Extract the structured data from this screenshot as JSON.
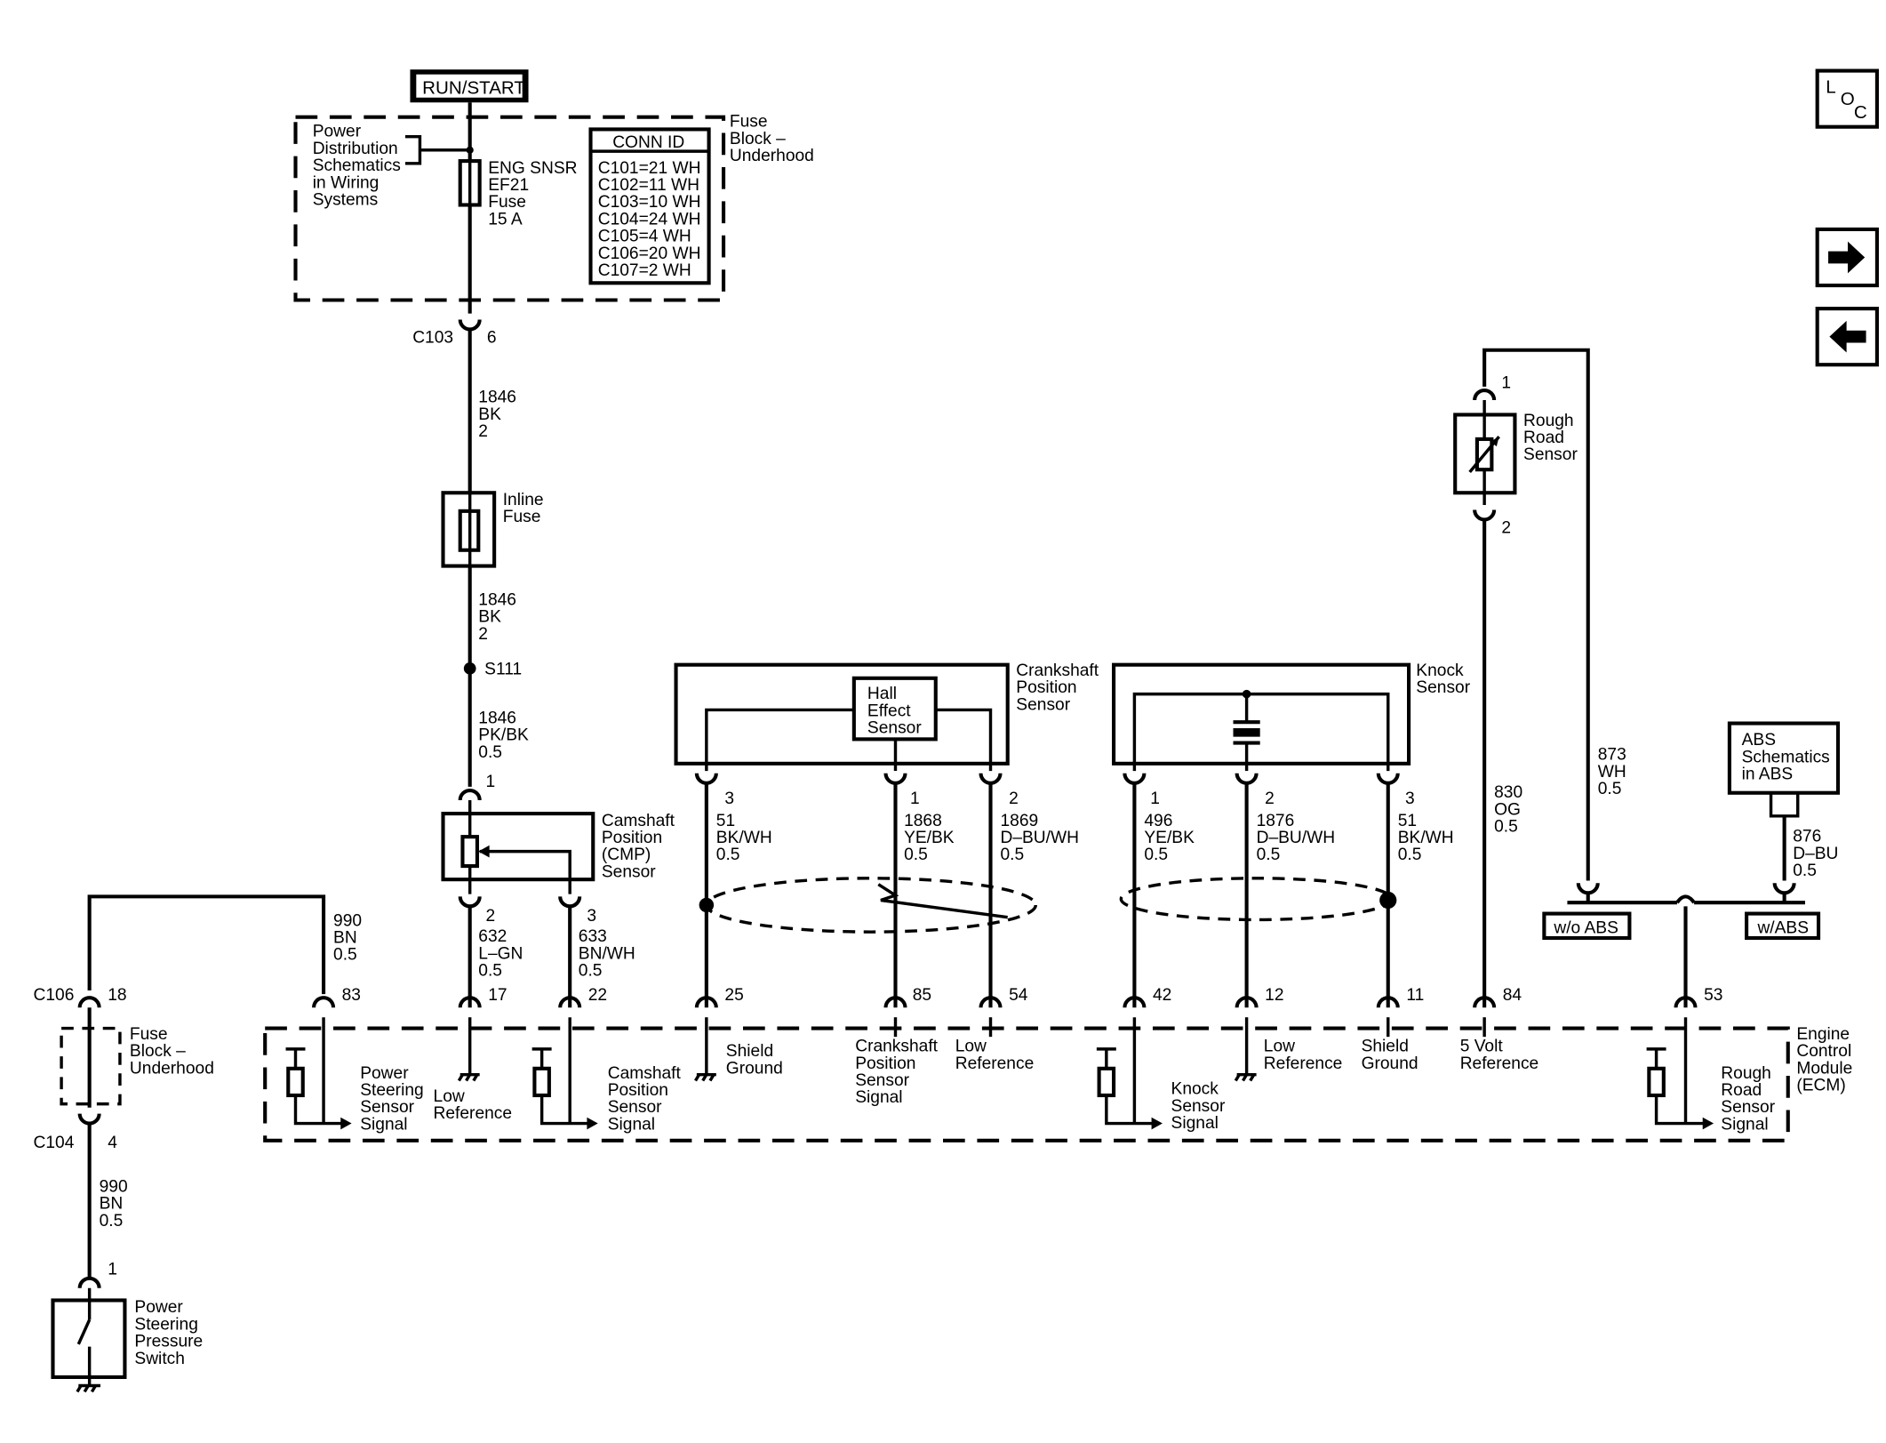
{
  "top": {
    "run_start": "RUN/START"
  },
  "fuse_block": {
    "power_dist": [
      "Power",
      "Distribution",
      "Schematics",
      "in Wiring",
      "Systems"
    ],
    "fuse_label": [
      "ENG SNSR",
      "EF21",
      "Fuse",
      "15 A"
    ],
    "title": [
      "Fuse",
      "Block –",
      "Underhood"
    ]
  },
  "conn_id": {
    "title": "CONN ID",
    "rows": [
      "C101=21 WH",
      "C102=11 WH",
      "C103=10 WH",
      "C104=24 WH",
      "C105=4 WH",
      "C106=20 WH",
      "C107=2 WH"
    ]
  },
  "nav": {
    "loc": [
      "L",
      "O",
      "C"
    ],
    "loc_icon": "loc-icon",
    "next_icon": "arrow-right-icon",
    "prev_icon": "arrow-left-icon"
  },
  "c103": {
    "name": "C103",
    "pin": "6"
  },
  "wire_1846_a": [
    "1846",
    "BK",
    "2"
  ],
  "inline_fuse": [
    "Inline",
    "Fuse"
  ],
  "wire_1846_b": [
    "1846",
    "BK",
    "2"
  ],
  "splice": "S111",
  "wire_1846_c": [
    "1846",
    "PK/BK",
    "0.5"
  ],
  "cmp": {
    "pin_top": "1",
    "label": [
      "Camshaft",
      "Position",
      "(CMP)",
      "Sensor"
    ],
    "pin2": "2",
    "pin3": "3",
    "wire_632": [
      "632",
      "L–GN",
      "0.5"
    ],
    "wire_633": [
      "633",
      "BN/WH",
      "0.5"
    ]
  },
  "power_steering": {
    "wire_990_top": [
      "990",
      "BN",
      "0.5"
    ],
    "c106": "C106",
    "c106_pin": "18",
    "fuse_block2": [
      "Fuse",
      "Block –",
      "Underhood"
    ],
    "c104": "C104",
    "c104_pin": "4",
    "wire_990_bot": [
      "990",
      "BN",
      "0.5"
    ],
    "switch_pin": "1",
    "switch_label": [
      "Power",
      "Steering",
      "Pressure",
      "Switch"
    ]
  },
  "crank": {
    "label": [
      "Crankshaft",
      "Position",
      "Sensor"
    ],
    "hall": [
      "Hall",
      "Effect",
      "Sensor"
    ],
    "pin3": "3",
    "pin1": "1",
    "pin2": "2",
    "wire_51": [
      "51",
      "BK/WH",
      "0.5"
    ],
    "wire_1868": [
      "1868",
      "YE/BK",
      "0.5"
    ],
    "wire_1869": [
      "1869",
      "D–BU/WH",
      "0.5"
    ]
  },
  "knock": {
    "label": [
      "Knock",
      "Sensor"
    ],
    "pin1": "1",
    "pin2": "2",
    "pin3": "3",
    "wire_496": [
      "496",
      "YE/BK",
      "0.5"
    ],
    "wire_1876": [
      "1876",
      "D–BU/WH",
      "0.5"
    ],
    "wire_51": [
      "51",
      "BK/WH",
      "0.5"
    ]
  },
  "rough_road": {
    "pin1": "1",
    "pin2": "2",
    "label": [
      "Rough",
      "Road",
      "Sensor"
    ],
    "wire_830": [
      "830",
      "OG",
      "0.5"
    ],
    "wire_873": [
      "873",
      "WH",
      "0.5"
    ],
    "abs_box": [
      "ABS",
      "Schematics",
      "in ABS"
    ],
    "wire_876": [
      "876",
      "D–BU",
      "0.5"
    ],
    "wo_abs": "w/o ABS",
    "w_abs": "w/ABS"
  },
  "ecm": {
    "title": [
      "Engine",
      "Control",
      "Module",
      "(ECM)"
    ],
    "pins": [
      "83",
      "17",
      "22",
      "25",
      "85",
      "54",
      "42",
      "12",
      "11",
      "84",
      "53"
    ],
    "ps_signal": [
      "Power",
      "Steering",
      "Sensor",
      "Signal"
    ],
    "low_ref1": [
      "Low",
      "Reference"
    ],
    "cam_signal": [
      "Camshaft",
      "Position",
      "Sensor",
      "Signal"
    ],
    "shield_gnd1": [
      "Shield",
      "Ground"
    ],
    "crank_signal": [
      "Crankshaft",
      "Position",
      "Sensor",
      "Signal"
    ],
    "low_ref2": [
      "Low",
      "Reference"
    ],
    "knock_signal": [
      "Knock",
      "Sensor",
      "Signal"
    ],
    "low_ref3": [
      "Low",
      "Reference"
    ],
    "shield_gnd2": [
      "Shield",
      "Ground"
    ],
    "five_volt": [
      "5 Volt",
      "Reference"
    ],
    "rough_signal": [
      "Rough",
      "Road",
      "Sensor",
      "Signal"
    ]
  }
}
